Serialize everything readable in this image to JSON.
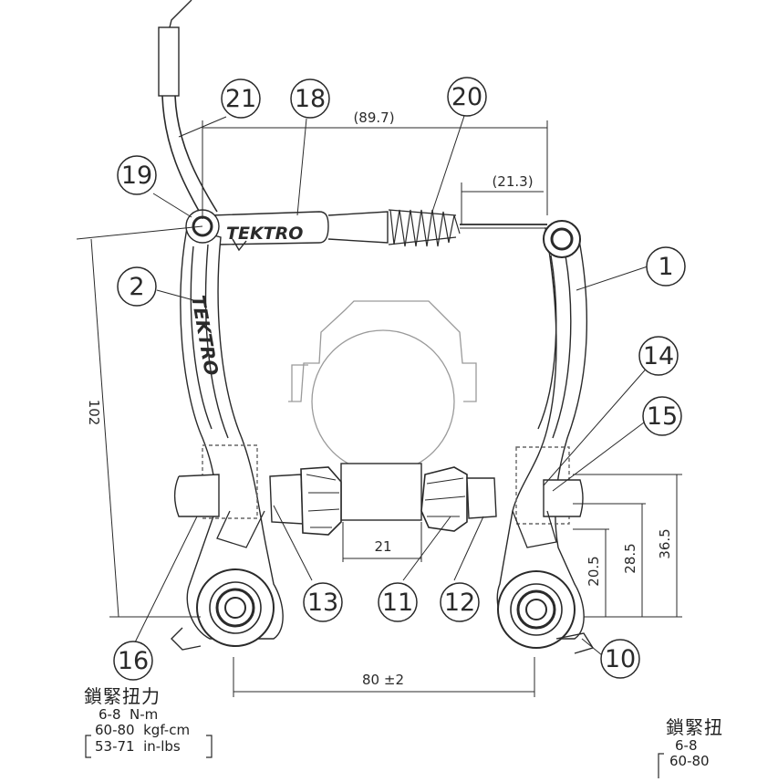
{
  "callouts": {
    "n1": "1",
    "n2": "2",
    "n10": "10",
    "n11": "11",
    "n12": "12",
    "n13": "13",
    "n14": "14",
    "n15": "15",
    "n16": "16",
    "n18": "18",
    "n19": "19",
    "n20": "20",
    "n21": "21"
  },
  "dimensions": {
    "width_89_7": "(89.7)",
    "width_21_3": "(21.3)",
    "height_102": "102",
    "gap_21": "21",
    "span_80": "80 ±2",
    "h_20_5": "20.5",
    "h_28_5": "28.5",
    "h_36_5": "36.5"
  },
  "brand": {
    "logo_text": "TEKTRO"
  },
  "torque_left": {
    "title": "鎖緊扭力",
    "nm": "6-8  N-m",
    "kgf": "60-80  kgf-cm",
    "inlbs": "53-71  in-lbs"
  },
  "torque_right": {
    "title": "鎖緊扭",
    "nm": "6-8",
    "kgf": "60-80"
  },
  "colors": {
    "line": "#2a2a2a",
    "ghost": "#9a9a9a",
    "ink": "#1a1a1a"
  }
}
